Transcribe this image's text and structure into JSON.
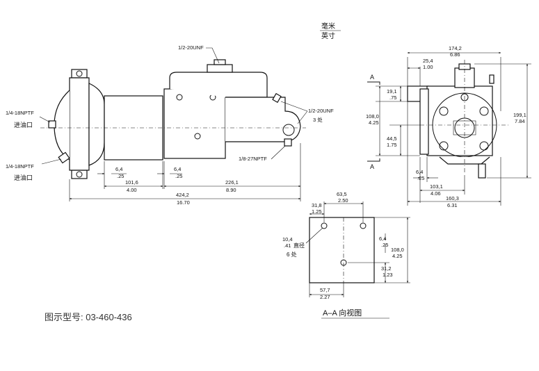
{
  "units": {
    "metric": "毫米",
    "imperial": "英寸"
  },
  "side_view": {
    "port_top": "1/2-20UNF",
    "port_left_1": "1/4-18NPTF",
    "port_left_1_note": "进油口",
    "port_left_2": "1/4-18NPTF",
    "port_left_2_note": "进油口",
    "port_right": "1/2-20UNF",
    "port_right_note": "3 处",
    "port_bottom": "1/8-27NPTF",
    "dims": {
      "d1_mm": "6,4",
      "d1_in": ".25",
      "d2_mm": "101,6",
      "d2_in": "4.00",
      "d3_mm": "6,4",
      "d3_in": ".25",
      "d4_mm": "226,1",
      "d4_in": "8.90",
      "d5_mm": "424,2",
      "d5_in": "16.70"
    }
  },
  "end_view": {
    "section_mark": "A",
    "dims": {
      "w_mm": "174,2",
      "w_in": "6.86",
      "a_mm": "25,4",
      "a_in": "1.00",
      "b_mm": "19,1",
      "b_in": ".75",
      "c_mm": "108,0",
      "c_in": "4.25",
      "d_mm": "44,5",
      "d_in": "1.75",
      "h_mm": "199,1",
      "h_in": "7.84",
      "e_mm": "6,4",
      "e_in": ".25",
      "f_mm": "103,1",
      "f_in": "4.06",
      "g_mm": "160,3",
      "g_in": "6.31"
    }
  },
  "section_view": {
    "title": "A–A 向视图",
    "hole_mm": "10,4",
    "hole_in": ".41",
    "hole_label": "直径",
    "hole_count": "6 处",
    "dims": {
      "p_mm": "63,5",
      "p_in": "2.50",
      "q_mm": "31,8",
      "q_in": "1.25",
      "r_mm": "6,4",
      "r_in": ".25",
      "s_mm": "108,0",
      "s_in": "4.25",
      "t_mm": "31,2",
      "t_in": "1.23",
      "u_mm": "57,7",
      "u_in": "2.27"
    }
  },
  "caption": "图示型号: 03-460-436"
}
